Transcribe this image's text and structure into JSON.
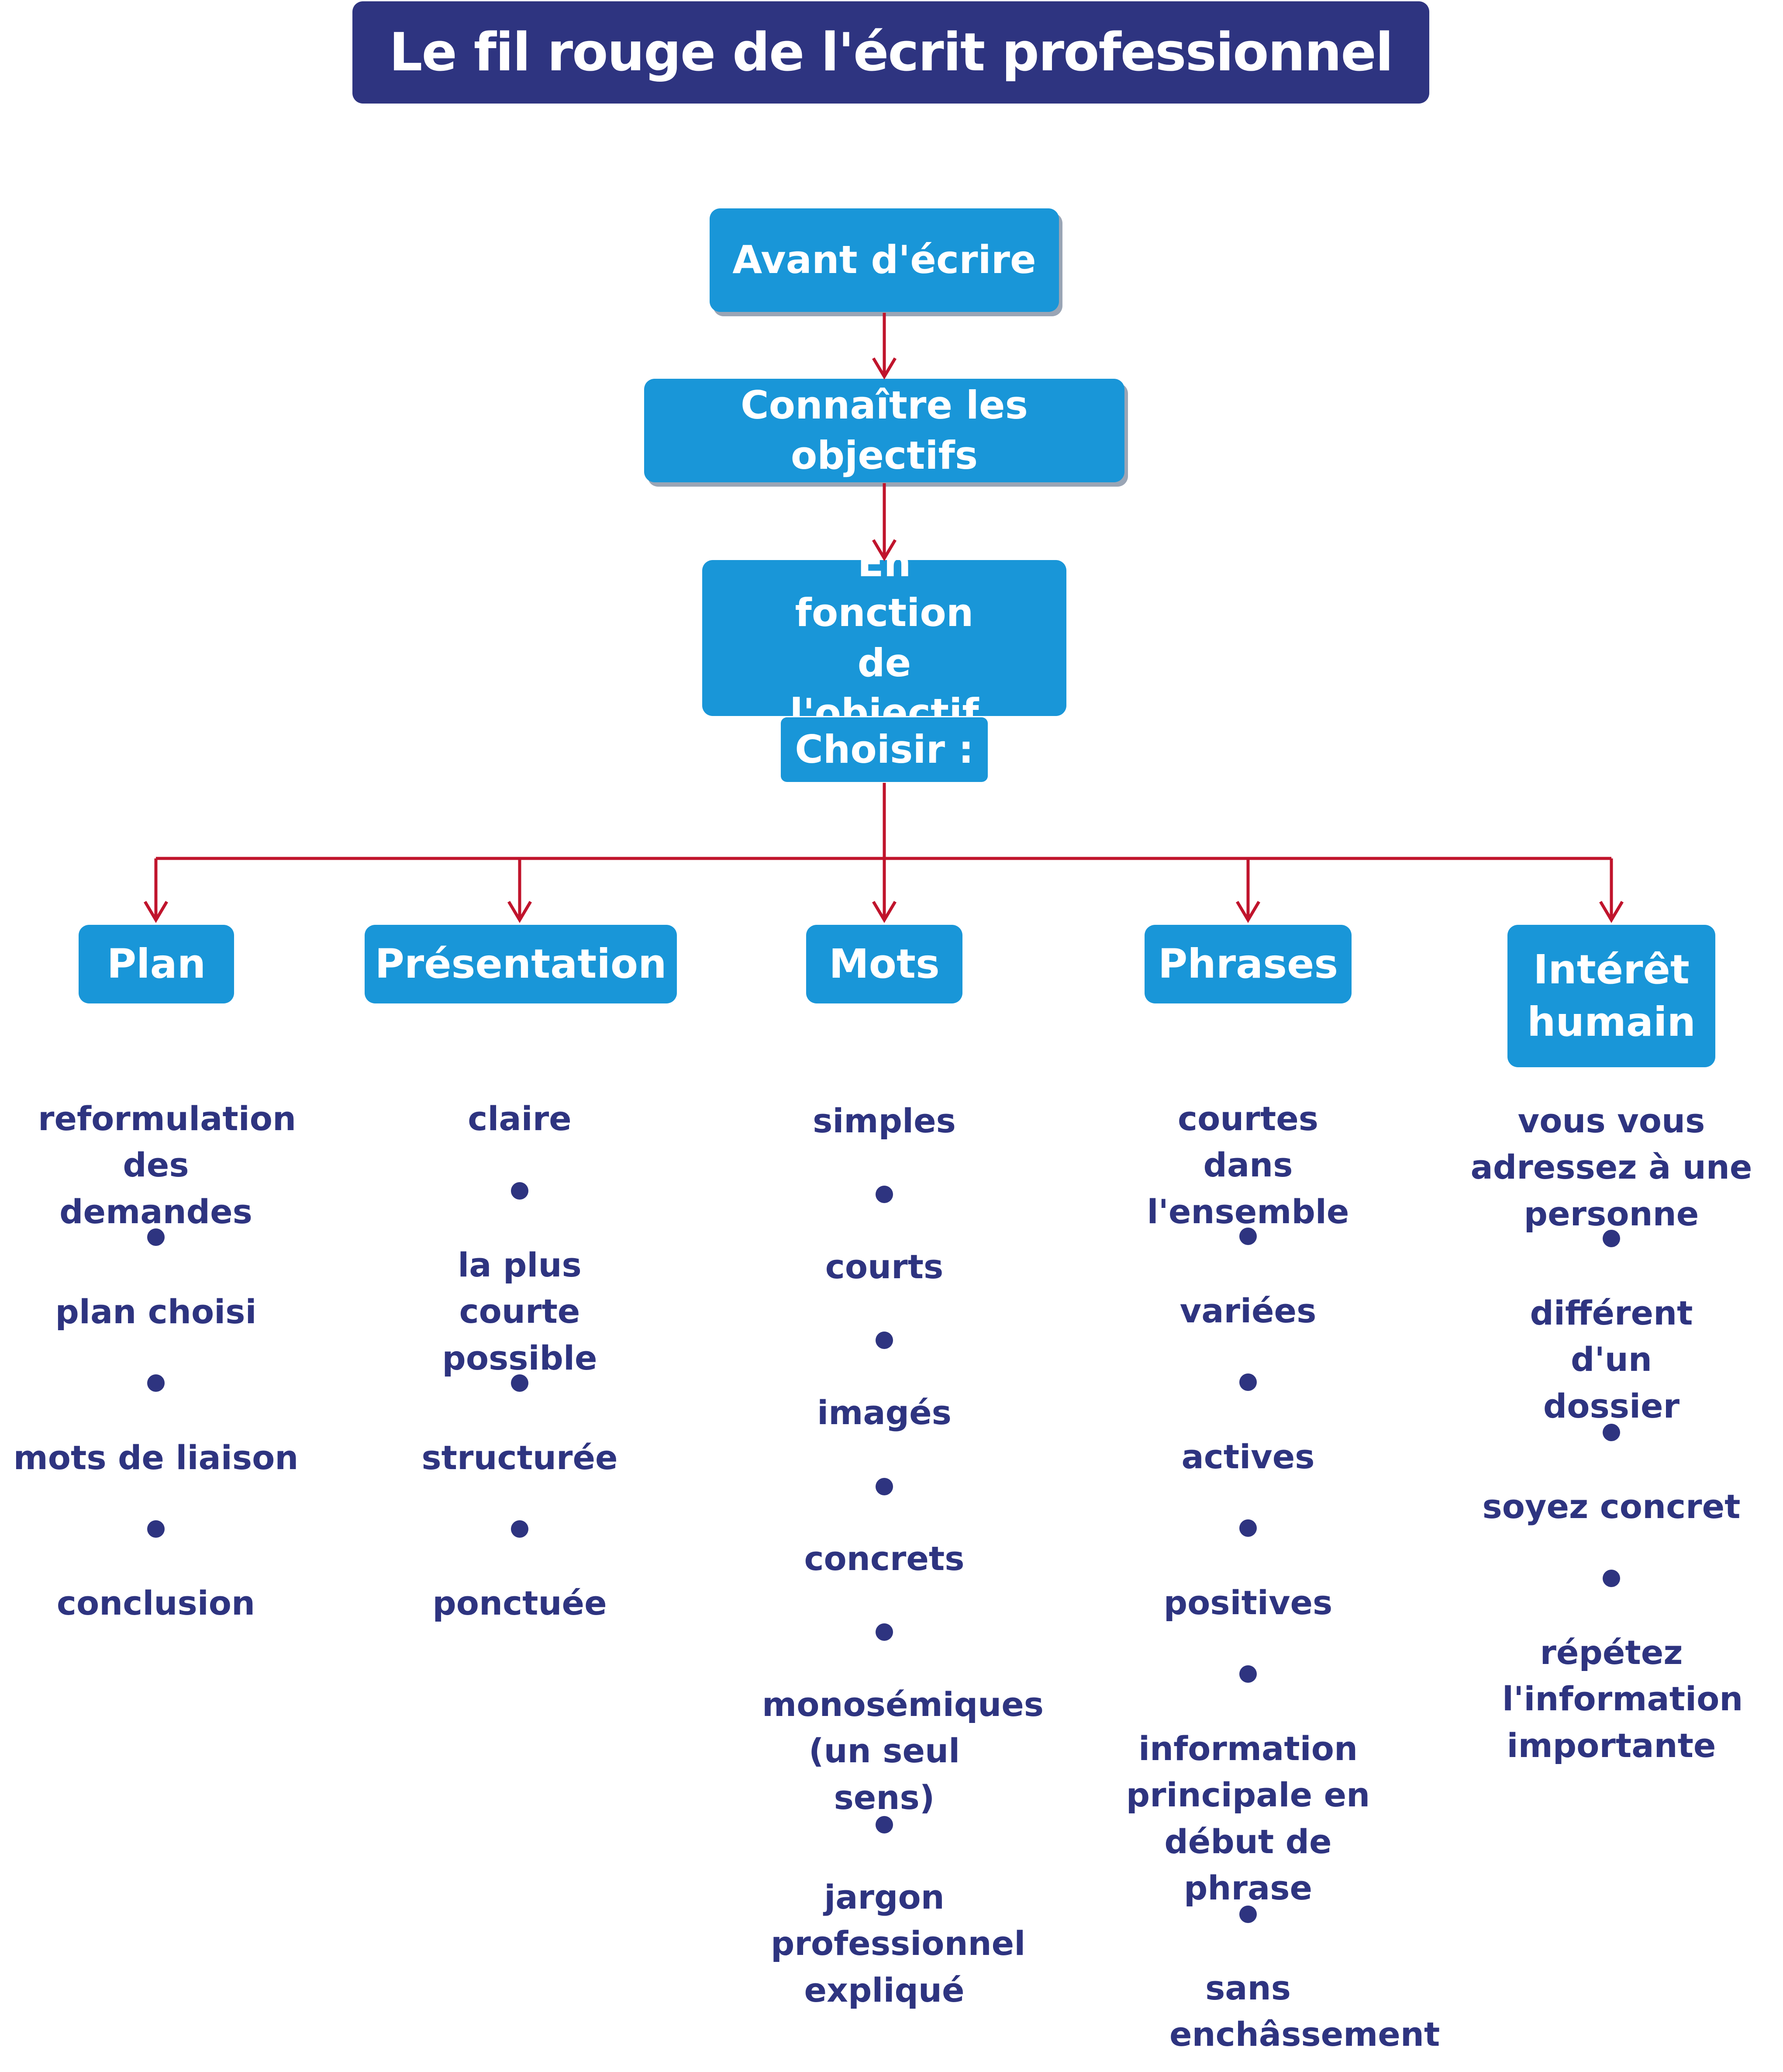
{
  "title": "Le fil rouge de l'écrit professionnel",
  "steps": {
    "before": "Avant d'écrire",
    "objectives": "Connaître les objectifs",
    "depending": "En fonction de l'objectif",
    "choose": "Choisir :"
  },
  "columns": [
    {
      "label": "Plan",
      "items": [
        "reformulation des demandes",
        "plan choisi",
        "mots de liaison",
        "conclusion"
      ]
    },
    {
      "label": "Présentation",
      "items": [
        "claire",
        "la plus courte possible",
        "structurée",
        "ponctuée"
      ]
    },
    {
      "label": "Mots",
      "items": [
        "simples",
        "courts",
        "imagés",
        "concrets",
        "monosémiques (un seul sens)",
        "jargon professionnel expliqué"
      ]
    },
    {
      "label": "Phrases",
      "items": [
        "courtes dans l'ensemble",
        "variées",
        "actives",
        "positives",
        "information principale en début de phrase",
        "sans enchâssement"
      ]
    },
    {
      "label": "Intérêt humain",
      "items": [
        "vous vous adressez à une personne",
        "différent d'un dossier",
        "soyez concret",
        "répétez l'information importante"
      ]
    }
  ],
  "colors": {
    "title_bg": "#2e3480",
    "box_bg": "#1996d8",
    "arrow": "#c0142c",
    "text": "#2e3480"
  }
}
